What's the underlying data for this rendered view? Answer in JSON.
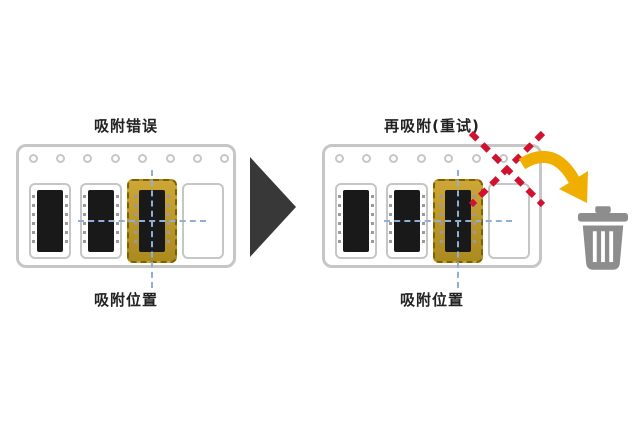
{
  "diagram": {
    "left": {
      "title": "吸附错误",
      "caption": "吸附位置"
    },
    "right": {
      "title": "再吸附(重试)",
      "caption": "吸附位置"
    }
  },
  "icons": {
    "flow_arrow": "right-arrow",
    "error_cross": "red-dashed-x",
    "discard_arrow": "curved-gold-arrow",
    "trash": "trash-can"
  },
  "colors": {
    "background": "#ffffff",
    "tray_outline": "#c6c6c6",
    "chip_body": "#191919",
    "chip_pins": "#9a9a9a",
    "highlight_fill": "#bd9729",
    "highlight_border": "#7d6200",
    "crosshair": "#8fb0d6",
    "flow_arrow": "#383838",
    "error_cross": "#d21030",
    "discard_arrow": "#f0ae00",
    "trash": "#8d8d8d",
    "label_text": "#222222"
  }
}
